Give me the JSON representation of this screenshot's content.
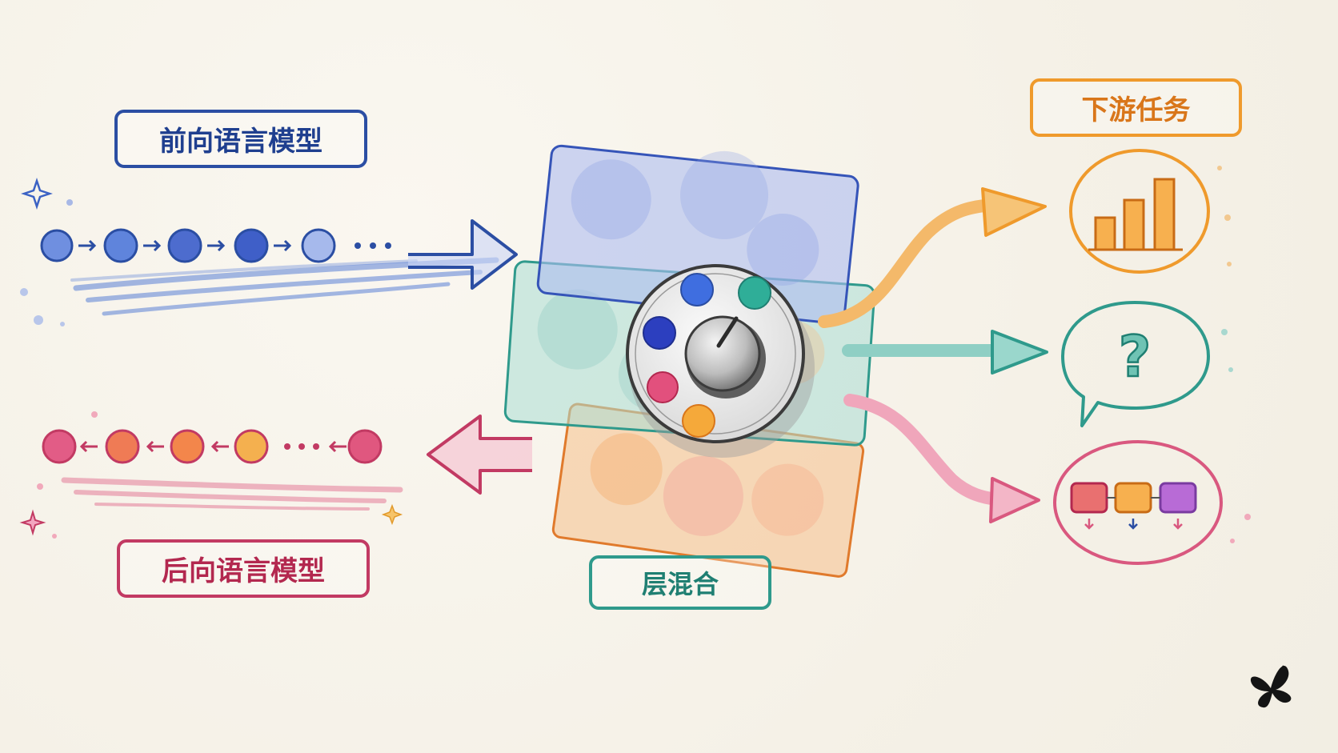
{
  "labels": {
    "forward_lm": "前向语言模型",
    "backward_lm": "后向语言模型",
    "layer_mix": "层混合",
    "downstream_tasks": "下游任务"
  },
  "icons": {
    "task_1": "bar-chart-icon",
    "task_2": "question-mark-icon",
    "task_3": "sequence-tagging-icon",
    "mixer": "knob-icon",
    "logo": "butterfly-icon"
  },
  "colors": {
    "forward": "#2b4ea3",
    "backward": "#c23a63",
    "layer_top": "#8aa0e0",
    "layer_mid": "#8fcfc4",
    "layer_bottom": "#f2b07a",
    "task_orange": "#ef9a2c",
    "task_teal": "#2f9a8c",
    "task_pink": "#d9587f"
  }
}
